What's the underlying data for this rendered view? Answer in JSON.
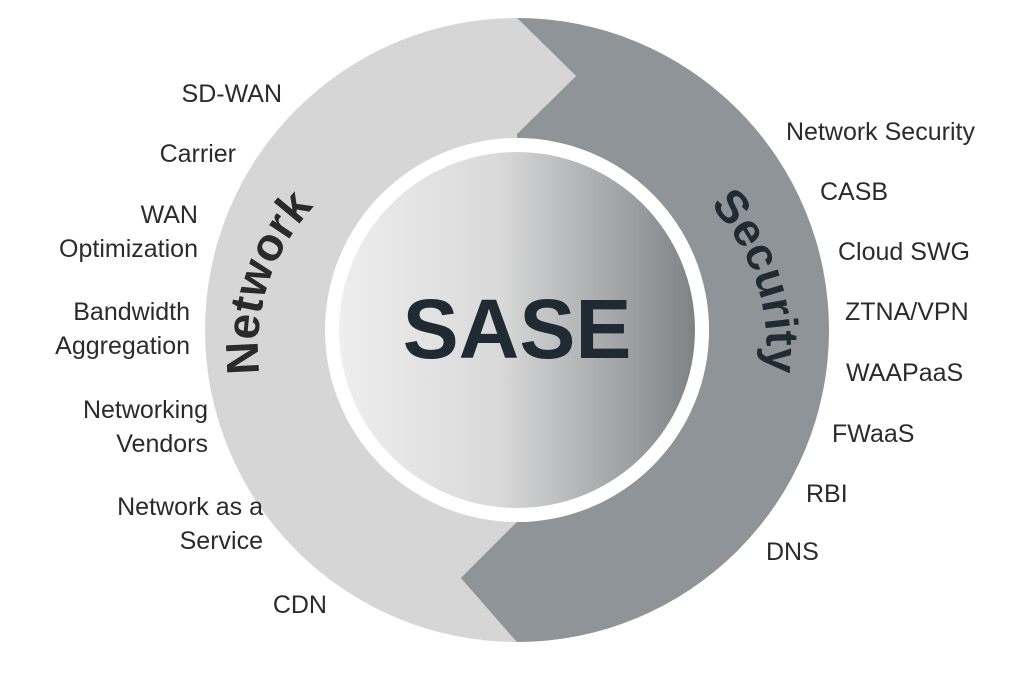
{
  "center": {
    "title": "SASE"
  },
  "arcs": {
    "network": "Network",
    "security": "Security"
  },
  "network_items": [
    {
      "lines": [
        "SD-WAN"
      ]
    },
    {
      "lines": [
        "Carrier"
      ]
    },
    {
      "lines": [
        "WAN",
        "Optimization"
      ]
    },
    {
      "lines": [
        "Bandwidth",
        "Aggregation"
      ]
    },
    {
      "lines": [
        "Networking",
        "Vendors"
      ]
    },
    {
      "lines": [
        "Network as a",
        "Service"
      ]
    },
    {
      "lines": [
        "CDN"
      ]
    }
  ],
  "security_items": [
    {
      "lines": [
        "Network Security"
      ]
    },
    {
      "lines": [
        "CASB"
      ]
    },
    {
      "lines": [
        "Cloud SWG"
      ]
    },
    {
      "lines": [
        "ZTNA/VPN"
      ]
    },
    {
      "lines": [
        "WAAPaaS"
      ]
    },
    {
      "lines": [
        "FWaaS"
      ]
    },
    {
      "lines": [
        "RBI"
      ]
    },
    {
      "lines": [
        "DNS"
      ]
    }
  ],
  "colors": {
    "network_ring": "#d6d6d6",
    "security_ring": "#8f9499",
    "inner_white": "#ffffff",
    "center_light": "#eeeeee",
    "center_dark": "#7f8286",
    "title_text": "#1f2a33",
    "label_text": "#2b2b2b"
  }
}
